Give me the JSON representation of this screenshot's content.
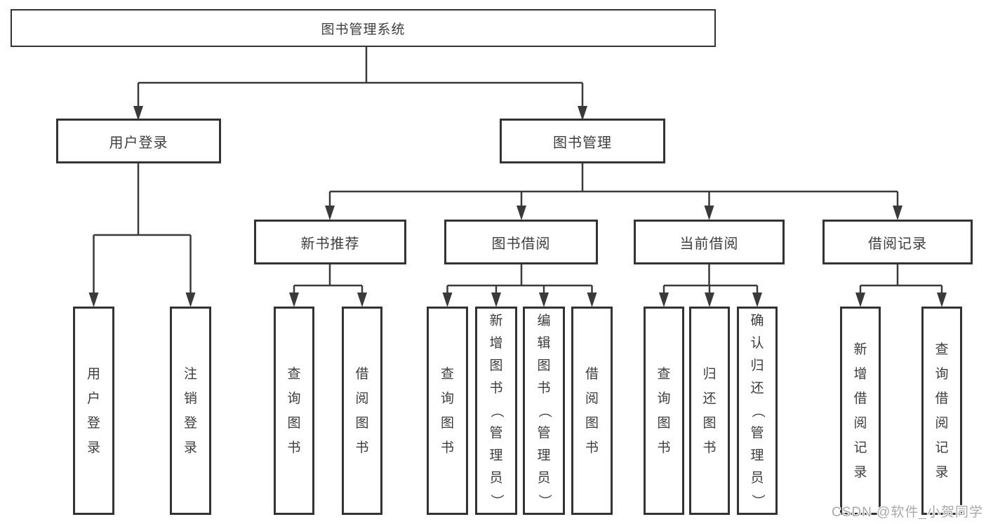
{
  "diagram": {
    "root": {
      "label": "图书管理系统"
    },
    "branches": [
      {
        "label": "用户登录",
        "leaves": [
          {
            "label": "用户登录"
          },
          {
            "label": "注销登录"
          }
        ]
      },
      {
        "label": "图书管理",
        "groups": [
          {
            "label": "新书推荐",
            "leaves": [
              {
                "label": "查询图书"
              },
              {
                "label": "借阅图书"
              }
            ]
          },
          {
            "label": "图书借阅",
            "leaves": [
              {
                "label": "查询图书"
              },
              {
                "label": "新增图书（管理员）"
              },
              {
                "label": "编辑图书（管理员）"
              },
              {
                "label": "借阅图书"
              }
            ]
          },
          {
            "label": "当前借阅",
            "leaves": [
              {
                "label": "查询图书"
              },
              {
                "label": "归还图书"
              },
              {
                "label": "确认归还（管理员）"
              }
            ]
          },
          {
            "label": "借阅记录",
            "leaves": [
              {
                "label": "新增借阅记录"
              },
              {
                "label": "查询借阅记录"
              }
            ]
          }
        ]
      }
    ],
    "line_color": "#3a3a3a",
    "box_border_color": "#333333",
    "text_color": "#3d3d3d"
  },
  "watermark": {
    "text": "CSDN @软件_小贺同学"
  }
}
